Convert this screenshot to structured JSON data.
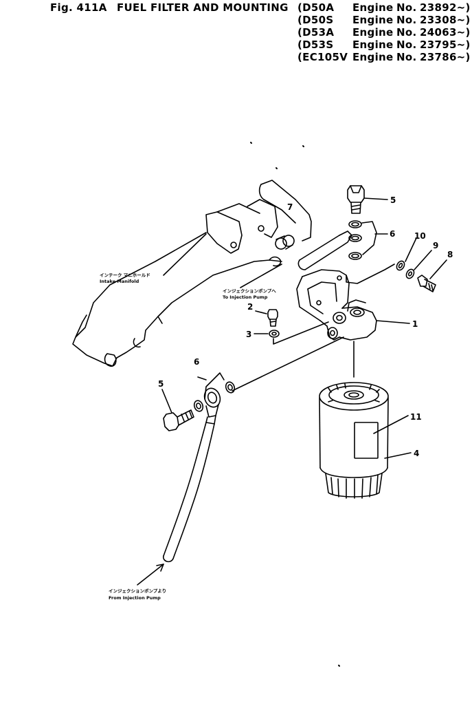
{
  "header": {
    "fig_no": "Fig. 411A",
    "title": "FUEL FILTER AND MOUNTING"
  },
  "applicability": [
    {
      "model": "(D50A",
      "label": "Engine",
      "no": "No.",
      "serial": "23892~)"
    },
    {
      "model": "(D50S",
      "label": "Engine",
      "no": "No.",
      "serial": "23308~)"
    },
    {
      "model": "(D53A",
      "label": "Engine",
      "no": "No.",
      "serial": "24063~)"
    },
    {
      "model": "(D53S",
      "label": "Engine",
      "no": "No.",
      "serial": "23795~)"
    },
    {
      "model": "(EC105V",
      "label": "Engine",
      "no": "No.",
      "serial": "23786~)"
    }
  ],
  "callouts": {
    "c1": "1",
    "c2": "2",
    "c3": "3",
    "c4": "4",
    "c5_top": "5",
    "c5_left": "5",
    "c6_top": "6",
    "c6_left": "6",
    "c7": "7",
    "c8": "8",
    "c9": "9",
    "c10": "10",
    "c11": "11"
  },
  "captions": {
    "intake_jp": "インテーク マニホールド",
    "intake_en": "Intake Manifold",
    "to_pump_jp": "インジェクションポンプへ",
    "to_pump_en": "To Injection Pump",
    "from_pump_jp": "インジェクションポンプより",
    "from_pump_en": "From Injection Pump"
  }
}
